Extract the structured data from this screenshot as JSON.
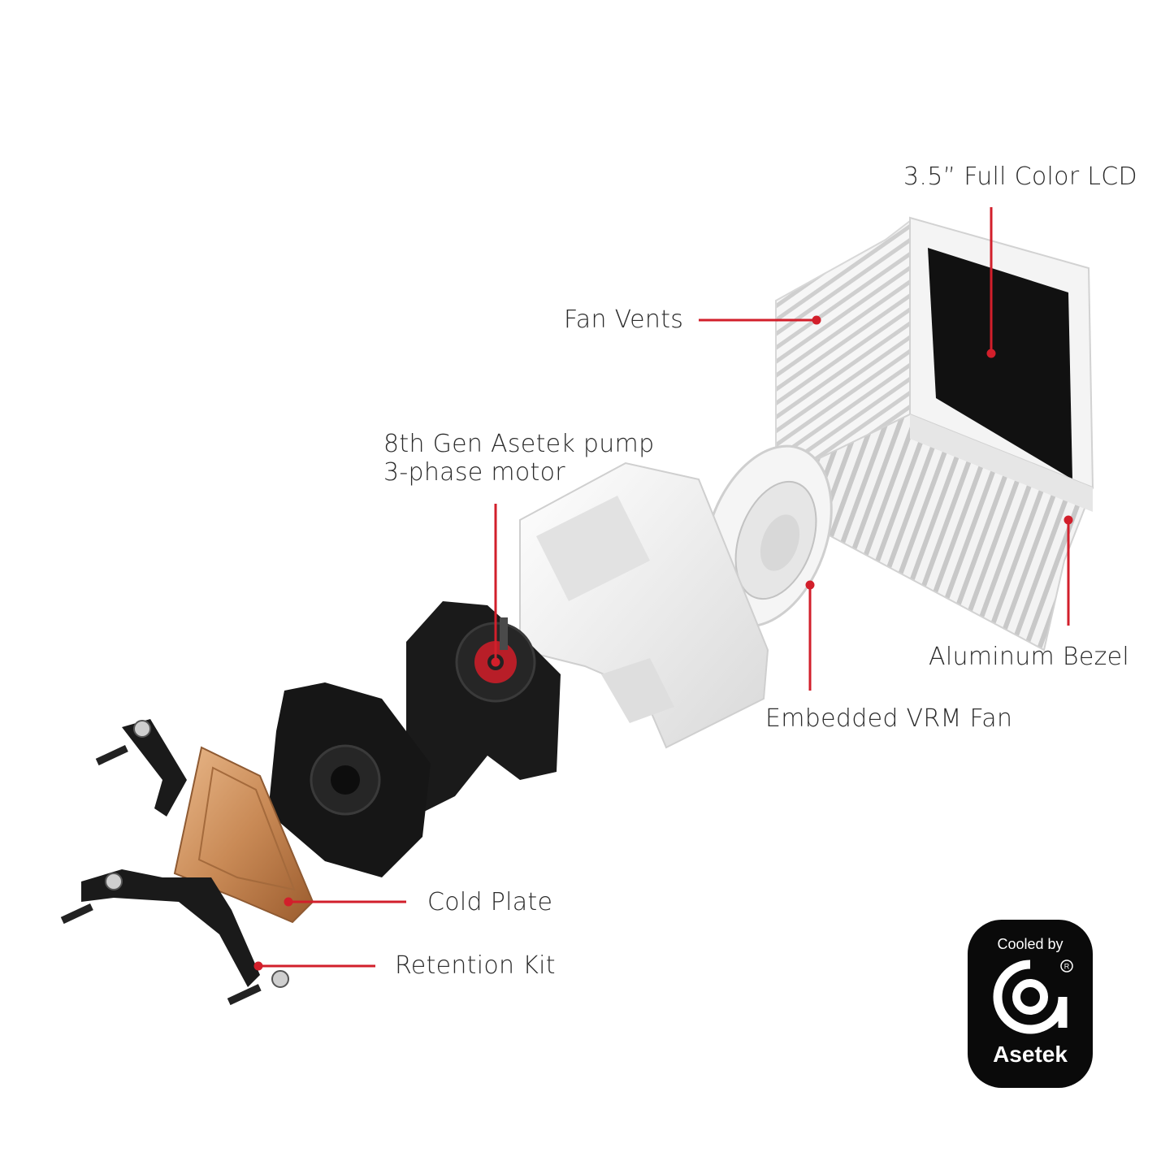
{
  "labels": {
    "lcd": "3.5” Full Color LCD",
    "fan_vents": "Fan Vents",
    "pump_line1": "8th Gen Asetek pump",
    "pump_line2": "3-phase motor",
    "bezel": "Aluminum Bezel",
    "vrm_fan": "Embedded VRM Fan",
    "cold_plate": "Cold Plate",
    "retention_kit": "Retention Kit"
  },
  "badge": {
    "top": "Cooled by",
    "brand": "Asetek"
  },
  "colors": {
    "callout": "#d21f2b",
    "copper": "#c98a56",
    "dark_part": "#1a1a1a",
    "white_part": "#f1f1f1"
  }
}
